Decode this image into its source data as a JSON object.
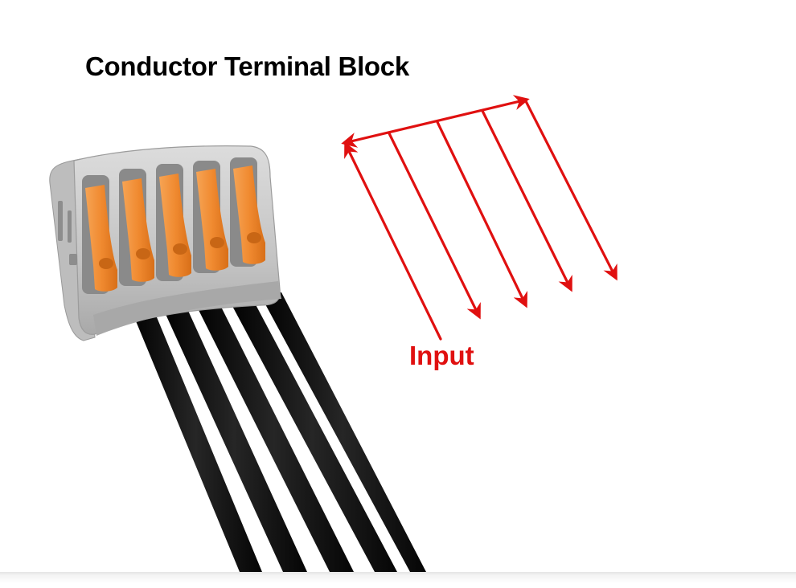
{
  "title": "Conductor Terminal Block",
  "input_label": "Input",
  "colors": {
    "arrow": "#e01010",
    "lever": "#f08a30",
    "housing": "#c8c8c8",
    "wire": "#141414"
  },
  "icons": {
    "terminal_block": "terminal-block-illustration",
    "arrows": "arrow-icon"
  },
  "diagram": {
    "pole_count": 5,
    "arrow_count": 5
  }
}
